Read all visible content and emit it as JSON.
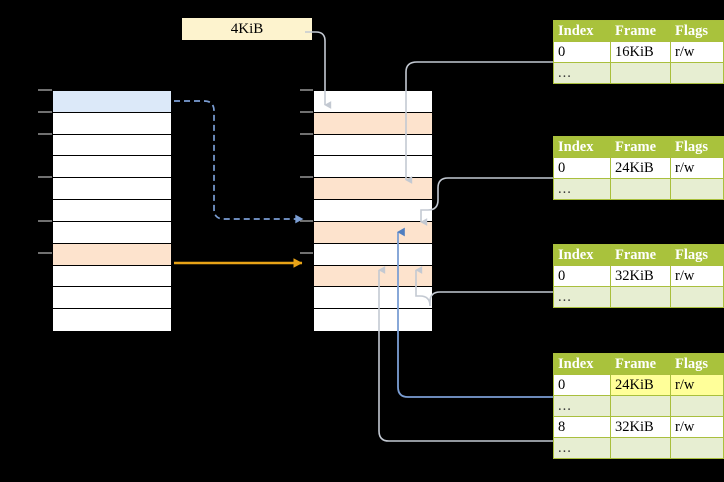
{
  "diagram": {
    "title": "page-table-walk-diagram",
    "size_label": "4KiB",
    "colors": {
      "header_green": "#a9c23c",
      "row_alt_green": "#e7eed2",
      "highlight_yellow": "#ffff99",
      "cell_orange": "#fde3cd",
      "cell_blue": "#dce9f9",
      "label_yellow": "#fdf3ce",
      "arrow_blue": "#5b84c4",
      "arrow_orange": "#e8a317",
      "arrow_gray": "#c0c0c0"
    }
  },
  "virtual_column": {
    "name": "virtual-address-space",
    "cell_count": 11,
    "cells": [
      {
        "index": 0,
        "fill": "blue"
      },
      {
        "index": 1,
        "fill": "white"
      },
      {
        "index": 2,
        "fill": "white"
      },
      {
        "index": 3,
        "fill": "white"
      },
      {
        "index": 4,
        "fill": "white"
      },
      {
        "index": 5,
        "fill": "white"
      },
      {
        "index": 6,
        "fill": "white"
      },
      {
        "index": 7,
        "fill": "orange"
      },
      {
        "index": 8,
        "fill": "white"
      },
      {
        "index": 9,
        "fill": "white"
      },
      {
        "index": 10,
        "fill": "white"
      }
    ]
  },
  "physical_column": {
    "name": "physical-memory",
    "cell_count": 11,
    "cells": [
      {
        "index": 0,
        "fill": "white"
      },
      {
        "index": 1,
        "fill": "orange"
      },
      {
        "index": 2,
        "fill": "white"
      },
      {
        "index": 3,
        "fill": "white"
      },
      {
        "index": 4,
        "fill": "orange"
      },
      {
        "index": 5,
        "fill": "white"
      },
      {
        "index": 6,
        "fill": "orange"
      },
      {
        "index": 7,
        "fill": "white"
      },
      {
        "index": 8,
        "fill": "orange"
      },
      {
        "index": 9,
        "fill": "white"
      },
      {
        "index": 10,
        "fill": "white"
      }
    ]
  },
  "tables": [
    {
      "name": "page-table-level-1",
      "columns": [
        "Index",
        "Frame",
        "Flags"
      ],
      "rows": [
        {
          "kind": "data",
          "cells": [
            "0",
            "16KiB",
            "r/w"
          ],
          "highlight": []
        },
        {
          "kind": "ellipsis",
          "cells": [
            "...",
            "",
            ""
          ],
          "highlight": []
        }
      ]
    },
    {
      "name": "page-table-level-2",
      "columns": [
        "Index",
        "Frame",
        "Flags"
      ],
      "rows": [
        {
          "kind": "data",
          "cells": [
            "0",
            "24KiB",
            "r/w"
          ],
          "highlight": []
        },
        {
          "kind": "ellipsis",
          "cells": [
            "...",
            "",
            ""
          ],
          "highlight": []
        }
      ]
    },
    {
      "name": "page-table-level-3",
      "columns": [
        "Index",
        "Frame",
        "Flags"
      ],
      "rows": [
        {
          "kind": "data",
          "cells": [
            "0",
            "32KiB",
            "r/w"
          ],
          "highlight": []
        },
        {
          "kind": "ellipsis",
          "cells": [
            "...",
            "",
            ""
          ],
          "highlight": []
        }
      ]
    },
    {
      "name": "page-table-level-4",
      "columns": [
        "Index",
        "Frame",
        "Flags"
      ],
      "rows": [
        {
          "kind": "data",
          "cells": [
            "0",
            "24KiB",
            "r/w"
          ],
          "highlight": [
            1,
            2
          ]
        },
        {
          "kind": "ellipsis",
          "cells": [
            "...",
            "",
            ""
          ],
          "highlight": []
        },
        {
          "kind": "data",
          "cells": [
            "8",
            "32KiB",
            "r/w"
          ],
          "highlight": []
        },
        {
          "kind": "ellipsis",
          "cells": [
            "...",
            "",
            ""
          ],
          "highlight": []
        }
      ]
    }
  ]
}
